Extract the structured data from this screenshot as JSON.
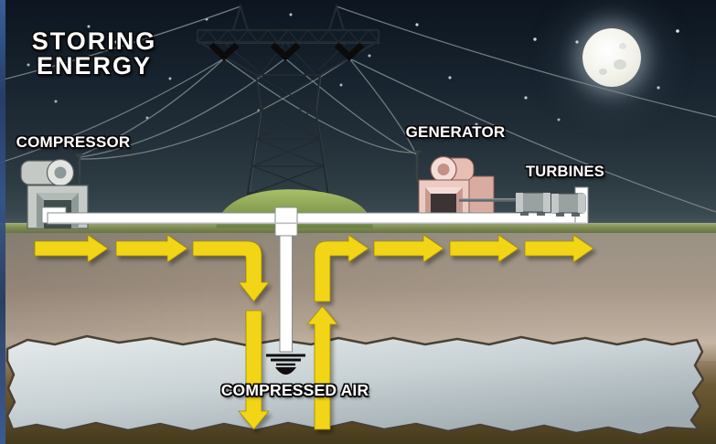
{
  "title": {
    "line1": "STORING",
    "line2": "ENERGY"
  },
  "labels": {
    "compressor": "COMPRESSOR",
    "generator": "GENERATOR",
    "turbines": "TURBINES",
    "compressed_air": "COMPRESSED AIR"
  },
  "colors": {
    "sky-top": "#0c1520",
    "sky-horizon": "#46555a",
    "grass": "#5a693c",
    "hill-green": "#7f9c4a",
    "earth-top": "#8d8678",
    "earth-mid": "#b3a393",
    "earth-brown": "#6b5936",
    "cavern-fill": "#c9d2d5",
    "cavern-edge": "#4a4034",
    "pipe-white": "#ffffff",
    "arrow-yellow": "#f2d512",
    "arrow-edge": "#a08c00",
    "machine-gray": "#c6cbc7",
    "machine-pink": "#eccbc3",
    "moon": "#f2f2ea",
    "label-white": "#ffffff"
  }
}
